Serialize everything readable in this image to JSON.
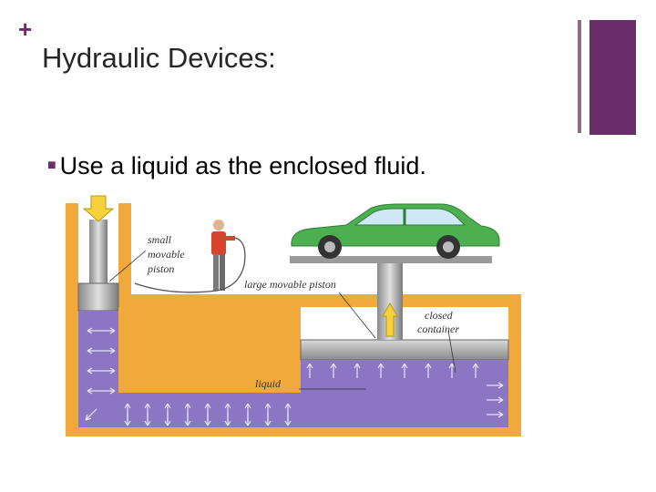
{
  "slide": {
    "title": "Hydraulic Devices:",
    "bullet": "Use a liquid as the enclosed fluid."
  },
  "diagram": {
    "labels": {
      "small_piston_1": "small",
      "small_piston_2": "movable",
      "small_piston_3": "piston",
      "large_piston": "large movable piston",
      "container_1": "closed",
      "container_2": "container",
      "liquid": "liquid"
    }
  },
  "colors": {
    "accent": "#6b2d6b",
    "container": "#f2a93b",
    "liquid": "#8b76c4",
    "car": "#4caf50",
    "arrow": "#f5d23c"
  }
}
